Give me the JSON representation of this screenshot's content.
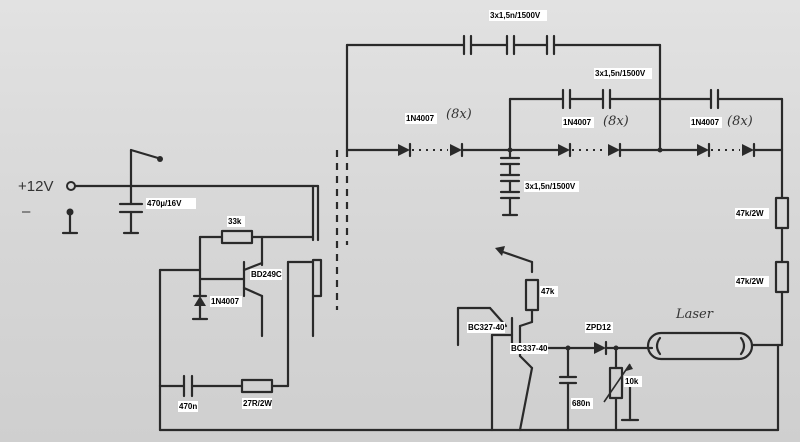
{
  "labels": {
    "cap_top": "3x1,5n/1500V",
    "cap_mid": "3x1,5n/1500V",
    "cap_stack": "3x1,5n/1500V",
    "diode_1": "1N4007",
    "diode_2": "1N4007",
    "diode_3": "1N4007",
    "hand_1": "(8x)",
    "hand_2": "(8x)",
    "hand_3": "(8x)",
    "supply": "+12V",
    "minus": "–",
    "cap_470u": "470µ/16V",
    "res_33k": "33k",
    "transistor_main": "BD249C",
    "diode_main": "1N4007",
    "cap_470n": "470n",
    "res_27r": "27R/2W",
    "res_47k_a": "47k/2W",
    "res_47k_b": "47k/2W",
    "res_47k": "47k",
    "transistor_pnp": "BC327-40",
    "transistor_npn": "BC337-40",
    "zener": "ZPD12",
    "cap_680n": "680n",
    "pot_10k": "10k",
    "laser": "Laser"
  },
  "icons": {
    "switch": "switch-icon",
    "ground": "ground-icon",
    "laser_tube": "laser-tube-icon"
  }
}
